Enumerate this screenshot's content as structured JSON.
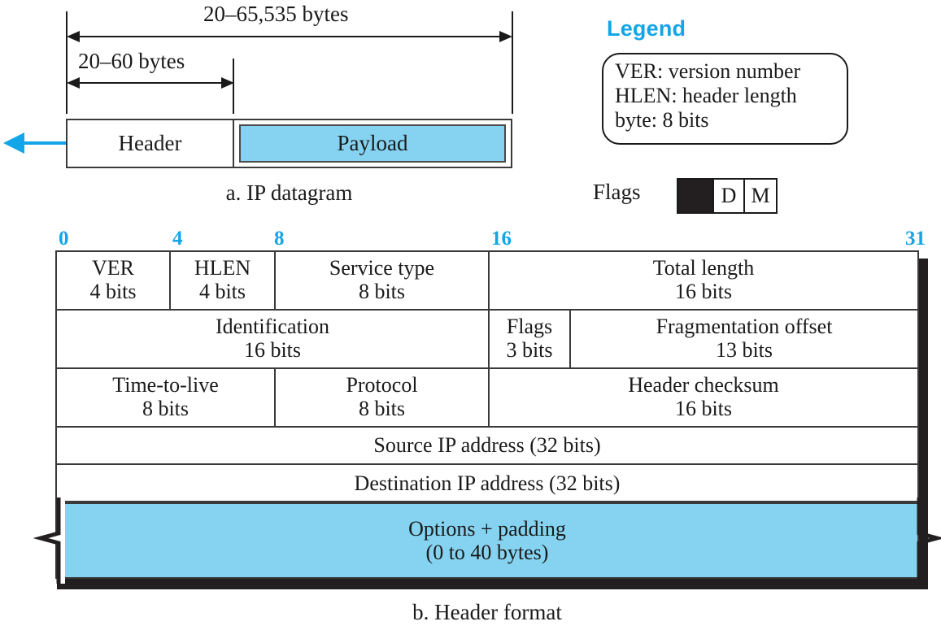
{
  "figure": {
    "part_a_caption": "a. IP datagram",
    "part_b_caption": "b. Header format"
  },
  "datagram": {
    "total_dim_label": "20–65,535 bytes",
    "header_dim_label": "20–60 bytes",
    "header_label": "Header",
    "payload_label": "Payload",
    "payload_color": "#85D3F0",
    "arrow_color": "#12A5E8"
  },
  "legend": {
    "title": "Legend",
    "title_color": "#12A5E8",
    "lines": [
      "VER: version number",
      "HLEN: header length",
      "byte: 8 bits"
    ],
    "flags": {
      "label": "Flags",
      "cells": [
        "",
        "D",
        "M"
      ]
    }
  },
  "bit_ruler": {
    "color": "#12A5E8",
    "ticks": [
      "0",
      "4",
      "8",
      "16",
      "31"
    ]
  },
  "header_format": {
    "rows": [
      {
        "cells": [
          {
            "name": "VER",
            "bits": "4 bits"
          },
          {
            "name": "HLEN",
            "bits": "4 bits"
          },
          {
            "name": "Service type",
            "bits": "8 bits"
          },
          {
            "name": "Total length",
            "bits": "16 bits"
          }
        ]
      },
      {
        "cells": [
          {
            "name": "Identification",
            "bits": "16 bits"
          },
          {
            "name": "Flags",
            "bits": "3 bits"
          },
          {
            "name": "Fragmentation offset",
            "bits": "13 bits"
          }
        ]
      },
      {
        "cells": [
          {
            "name": "Time-to-live",
            "bits": "8 bits"
          },
          {
            "name": "Protocol",
            "bits": "8 bits"
          },
          {
            "name": "Header checksum",
            "bits": "16 bits"
          }
        ]
      },
      {
        "cells": [
          {
            "name": "Source IP address (32 bits)",
            "bits": ""
          }
        ]
      },
      {
        "cells": [
          {
            "name": "Destination IP address (32 bits)",
            "bits": ""
          }
        ]
      }
    ],
    "options_row": {
      "name": "Options + padding",
      "bits": "(0 to 40 bytes)",
      "color": "#85D3F0"
    }
  }
}
